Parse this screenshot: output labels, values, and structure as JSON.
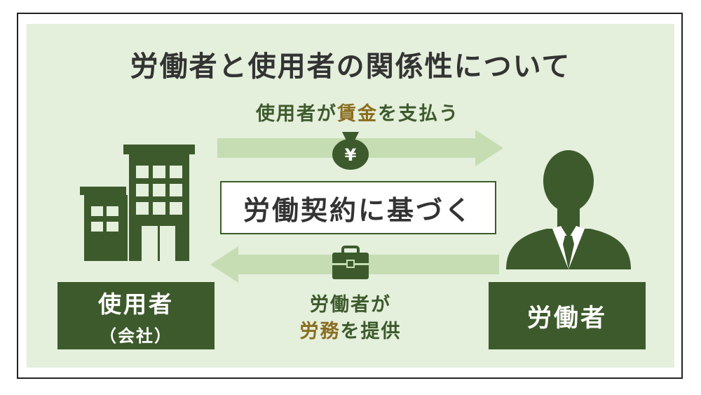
{
  "title": "労働者と使用者の関係性について",
  "wage_label": {
    "prefix": "使用者が",
    "wage": "賃金",
    "particle": "を支払う"
  },
  "contract_label": "労働契約に基づく",
  "employer": {
    "name": "使用者",
    "sub": "（会社）"
  },
  "worker": {
    "name": "労働者"
  },
  "labor_label": {
    "line1": "労働者が",
    "labor": "労務",
    "rest": "を提供"
  },
  "icons": {
    "money_bag": "money-bag-icon",
    "money_symbol": "¥",
    "briefcase": "briefcase-icon",
    "building": "building-icon",
    "person": "businessman-icon"
  },
  "colors": {
    "dark_green": "#3d5a2c",
    "panel_green": "#e4efdc",
    "arrow_green": "#c6ddb4",
    "gold": "#8a6d1f"
  }
}
